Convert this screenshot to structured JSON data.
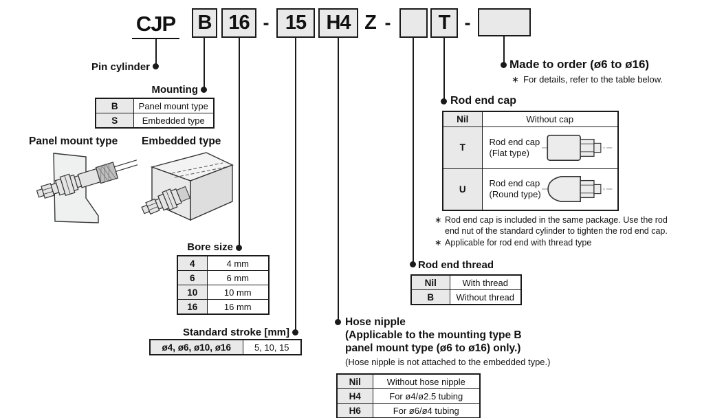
{
  "order_code": {
    "series": "CJP",
    "mounting": "B",
    "bore": "16",
    "sep1": "-",
    "stroke": "15",
    "hose_nipple": "H4",
    "suffix": "Z",
    "sep2": "-",
    "rod_end_thread": "",
    "rod_end_cap": "T",
    "sep3": "-",
    "made_to_order": ""
  },
  "pin_cylinder": {
    "label": "Pin cylinder"
  },
  "mounting": {
    "label": "Mounting",
    "rows": [
      {
        "code": "B",
        "desc": "Panel mount type"
      },
      {
        "code": "S",
        "desc": "Embedded type"
      }
    ],
    "panel_label": "Panel mount type",
    "embedded_label": "Embedded type"
  },
  "bore_size": {
    "label": "Bore size",
    "rows": [
      {
        "code": "4",
        "desc": "4 mm"
      },
      {
        "code": "6",
        "desc": "6 mm"
      },
      {
        "code": "10",
        "desc": "10 mm"
      },
      {
        "code": "16",
        "desc": "16 mm"
      }
    ]
  },
  "standard_stroke": {
    "label": "Standard stroke [mm]",
    "rows": [
      {
        "code": "ø4, ø6, ø10, ø16",
        "desc": "5, 10, 15"
      }
    ]
  },
  "hose_nipple": {
    "label_line1": "Hose nipple",
    "label_line2": "(Applicable to the mounting type B",
    "label_line3": "panel mount type (ø6 to ø16) only.)",
    "sub_note": "(Hose nipple is not attached to the embedded type.)",
    "rows": [
      {
        "code": "Nil",
        "desc": "Without hose nipple"
      },
      {
        "code": "H4",
        "desc": "For ø4/ø2.5 tubing"
      },
      {
        "code": "H6",
        "desc": "For ø6/ø4 tubing"
      }
    ]
  },
  "rod_end_thread": {
    "label": "Rod end thread",
    "rows": [
      {
        "code": "Nil",
        "desc": "With thread"
      },
      {
        "code": "B",
        "desc": "Without thread"
      }
    ]
  },
  "rod_end_cap": {
    "label": "Rod end cap",
    "header": {
      "code": "Nil",
      "desc": "Without cap"
    },
    "rows": [
      {
        "code": "T",
        "desc_line1": "Rod end cap",
        "desc_line2": "(Flat type)",
        "icon": "flat-cap-icon"
      },
      {
        "code": "U",
        "desc_line1": "Rod end cap",
        "desc_line2": "(Round type)",
        "icon": "round-cap-icon"
      }
    ],
    "notes": {
      "n1_marker": "∗",
      "n1_line1": "Rod end cap is included in the same package. Use the rod",
      "n1_line2": "end nut of the standard cylinder to tighten the rod end cap.",
      "n2_marker": "∗",
      "n2_text": "Applicable for rod end with thread type"
    }
  },
  "made_to_order": {
    "label": "Made to order (ø6 to ø16)",
    "note_marker": "∗",
    "note_text": "For details, refer to the table below."
  },
  "colors": {
    "box_fill": "#e9e9e9",
    "table_header_fill": "#e9e9e9",
    "line_color": "#1a1a1a"
  }
}
